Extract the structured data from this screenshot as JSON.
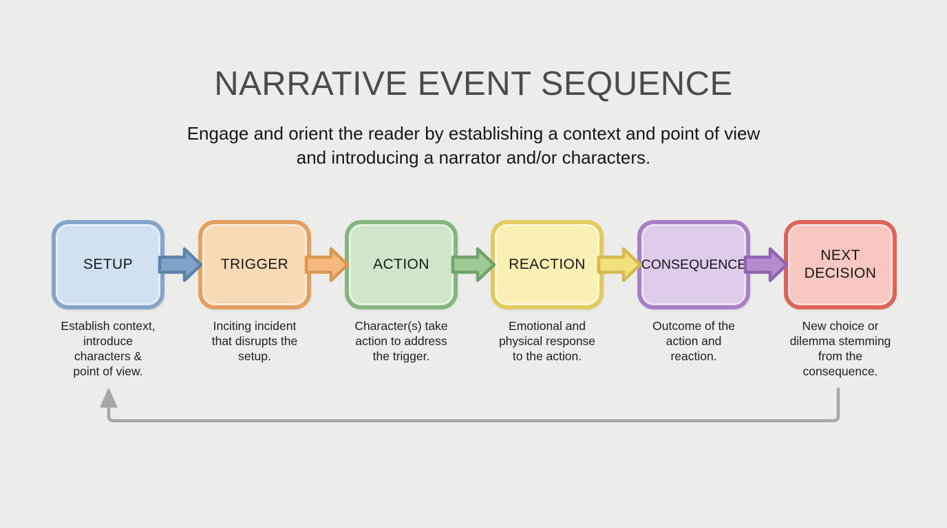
{
  "title": "NARRATIVE EVENT SEQUENCE",
  "subtitle": "Engage and orient the reader by establishing a context and point of view\nand introducing a narrator and/or characters.",
  "colors": {
    "background": "#ECECEA",
    "title": "#4B4B4B",
    "body_text": "#1A1A1A",
    "loop_arrow": "#A6A6A6"
  },
  "stages": [
    {
      "label": "SETUP",
      "description": "Establish context,\nintroduce\ncharacters &\npoint of view.",
      "fill": "#D0E1F1",
      "border": "#84A5C9"
    },
    {
      "label": "TRIGGER",
      "description": "Inciting incident\nthat disrupts the\nsetup.",
      "fill": "#F9DAB6",
      "border": "#E2A163"
    },
    {
      "label": "ACTION",
      "description": "Character(s) take\naction to address\nthe trigger.",
      "fill": "#D0E6CB",
      "border": "#85B57F"
    },
    {
      "label": "REACTION",
      "description": "Emotional and\nphysical response\nto the action.",
      "fill": "#FAF0B5",
      "border": "#E3CA5E"
    },
    {
      "label": "CONSEQUENCE",
      "description": "Outcome of the\naction and\nreaction.",
      "fill": "#DDCBE9",
      "border": "#A77FC4"
    },
    {
      "label": "NEXT DECISION",
      "description": "New choice or\ndilemma stemming\nfrom the\nconsequence.",
      "fill": "#F8C7C2",
      "border": "#DD6459"
    }
  ],
  "connectors": [
    {
      "from": "SETUP",
      "to": "TRIGGER",
      "fill": "#7FA2C8",
      "stroke": "#5D82A9"
    },
    {
      "from": "TRIGGER",
      "to": "ACTION",
      "fill": "#F5B87D",
      "stroke": "#DB9850"
    },
    {
      "from": "ACTION",
      "to": "REACTION",
      "fill": "#9CCB96",
      "stroke": "#6FA36A"
    },
    {
      "from": "REACTION",
      "to": "CONSEQUENCE",
      "fill": "#F2E07E",
      "stroke": "#D4BA4E"
    },
    {
      "from": "CONSEQUENCE",
      "to": "NEXT DECISION",
      "fill": "#B48CCE",
      "stroke": "#8F63B0"
    }
  ],
  "loop": {
    "from": "NEXT DECISION",
    "to": "SETUP"
  }
}
